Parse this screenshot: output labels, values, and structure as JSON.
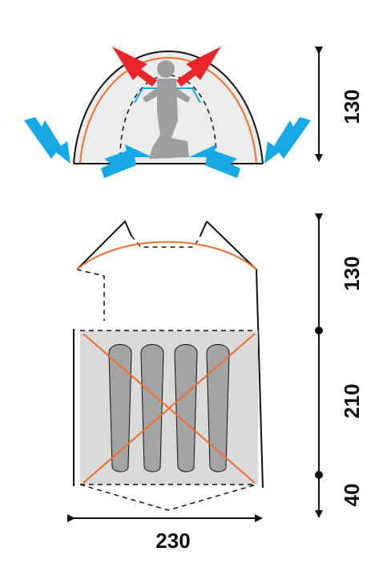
{
  "colors": {
    "line": "#111111",
    "pole": "#ee6f2d",
    "vent_arrow": "#e8262b",
    "air_arrow": "#16a9e6",
    "tent_fill": "#ececec",
    "floor_fill": "#d9d9d9",
    "bag": "#a3a3a3",
    "person": "#9e9e9e"
  },
  "icons": {
    "vent": "red-arrow-icon",
    "intake": "blue-arrow-icon",
    "person": "kneeling-person-icon",
    "sleeping_bag": "sleeping-bag-icon"
  },
  "dimensions": {
    "height": "130",
    "vestibule_depth": "130",
    "inner_length": "210",
    "rear_depth": "40",
    "width": "230"
  }
}
